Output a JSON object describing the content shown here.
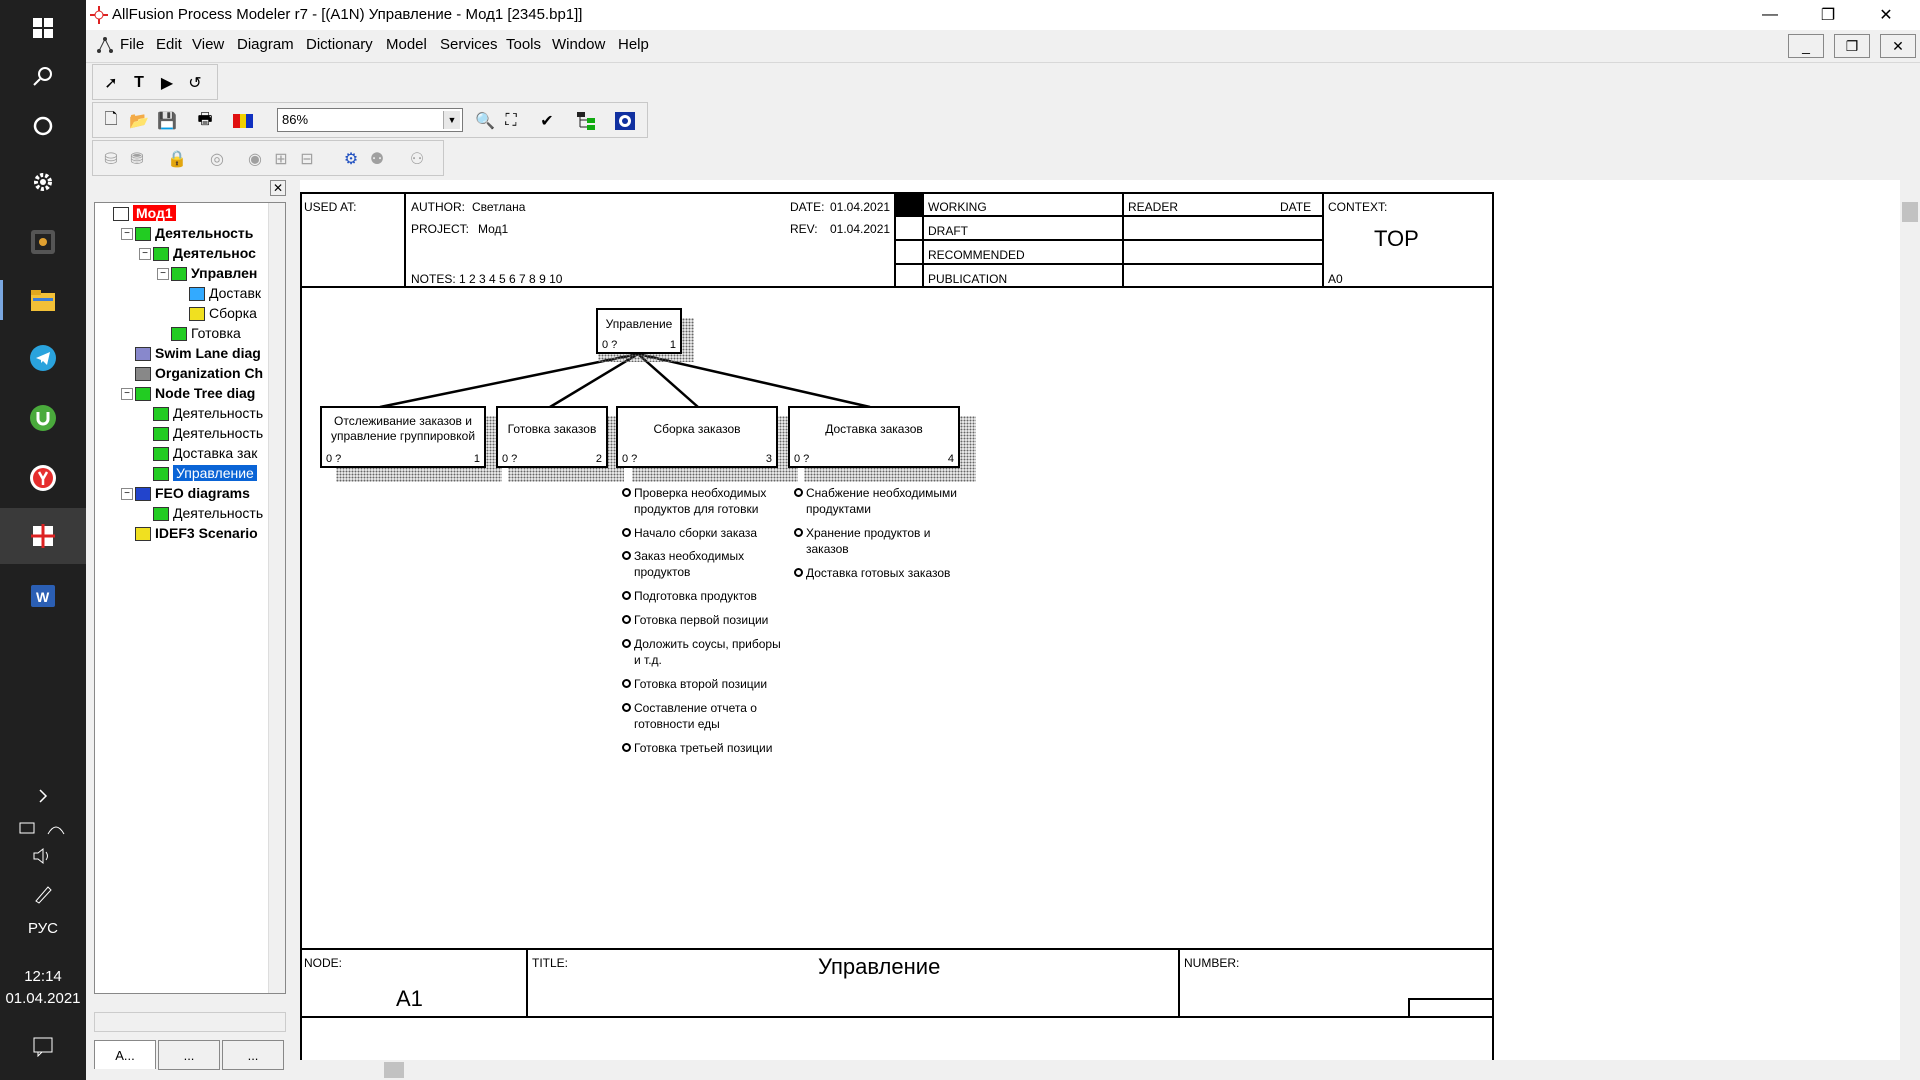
{
  "window": {
    "title": "AllFusion Process Modeler r7 - [(A1N) Управление - Мод1  [2345.bp1]]",
    "minimize": "—",
    "restore": "❐",
    "close": "✕"
  },
  "menu": {
    "items": [
      "File",
      "Edit",
      "View",
      "Diagram",
      "Dictionary",
      "Model",
      "Services",
      "Tools",
      "Window",
      "Help"
    ]
  },
  "toolbar": {
    "zoom": "86%"
  },
  "taskbar": {
    "language": "РУС",
    "time": "12:14",
    "date": "01.04.2021"
  },
  "explorer": {
    "tree": [
      {
        "label": "Мод1",
        "type": "root"
      },
      {
        "label": "Деятельность",
        "type": "bold"
      },
      {
        "label": "Деятельнос",
        "type": "bold"
      },
      {
        "label": "Управлен",
        "type": "bold"
      },
      {
        "label": "Доставк",
        "type": "normal"
      },
      {
        "label": "Сборка",
        "type": "normal"
      },
      {
        "label": "Готовка",
        "type": "normal"
      },
      {
        "label": "Swim Lane diag",
        "type": "bold"
      },
      {
        "label": "Organization Ch",
        "type": "bold"
      },
      {
        "label": "Node Tree diag",
        "type": "bold"
      },
      {
        "label": "Деятельность",
        "type": "normal"
      },
      {
        "label": "Деятельность",
        "type": "normal"
      },
      {
        "label": "Доставка зак",
        "type": "normal"
      },
      {
        "label": "Управление",
        "type": "selected"
      },
      {
        "label": "FEO diagrams",
        "type": "bold"
      },
      {
        "label": "Деятельность",
        "type": "normal"
      },
      {
        "label": "IDEF3 Scenario",
        "type": "bold"
      }
    ],
    "tabs": [
      "A...",
      "...",
      "..."
    ]
  },
  "diagram": {
    "header": {
      "used_at": "USED AT:",
      "author_label": "AUTHOR:",
      "author": "Светлана",
      "project_label": "PROJECT:",
      "project": "Мод1",
      "date_label": "DATE:",
      "date": "01.04.2021",
      "rev_label": "REV:",
      "rev": "01.04.2021",
      "notes": "NOTES:  1  2  3  4  5  6  7  8  9  10",
      "working": "WORKING",
      "draft": "DRAFT",
      "recommended": "RECOMMENDED",
      "publication": "PUBLICATION",
      "reader": "READER",
      "reader_date": "DATE",
      "context": "CONTEXT:",
      "top": "TOP",
      "a0": "A0"
    },
    "root_box": {
      "label": "Управление",
      "cost": "0 ?",
      "number": "1"
    },
    "boxes": [
      {
        "label": "Отслеживание заказов и управление группировкой",
        "cost": "0 ?",
        "number": "1"
      },
      {
        "label": "Готовка заказов",
        "cost": "0 ?",
        "number": "2"
      },
      {
        "label": "Сборка заказов",
        "cost": "0 ?",
        "number": "3"
      },
      {
        "label": "Доставка заказов",
        "cost": "0 ?",
        "number": "4"
      }
    ],
    "assembly_bullets": [
      "Проверка необходимых продуктов для готовки",
      "Начало сборки заказа",
      "Заказ необходимых продуктов",
      "Подготовка продуктов",
      "Готовка первой позиции",
      "Доложить соусы, приборы и т.д.",
      "Готовка второй позиции",
      "Составление отчета о готовности еды",
      "Готовка третьей позиции"
    ],
    "delivery_bullets": [
      "Снабжение необходимыми продуктами",
      "Хранение продуктов  и заказов",
      "Доставка готовых заказов"
    ],
    "footer": {
      "node_label": "NODE:",
      "node": "A1",
      "title_label": "TITLE:",
      "title": "Управление",
      "number_label": "NUMBER:"
    }
  }
}
